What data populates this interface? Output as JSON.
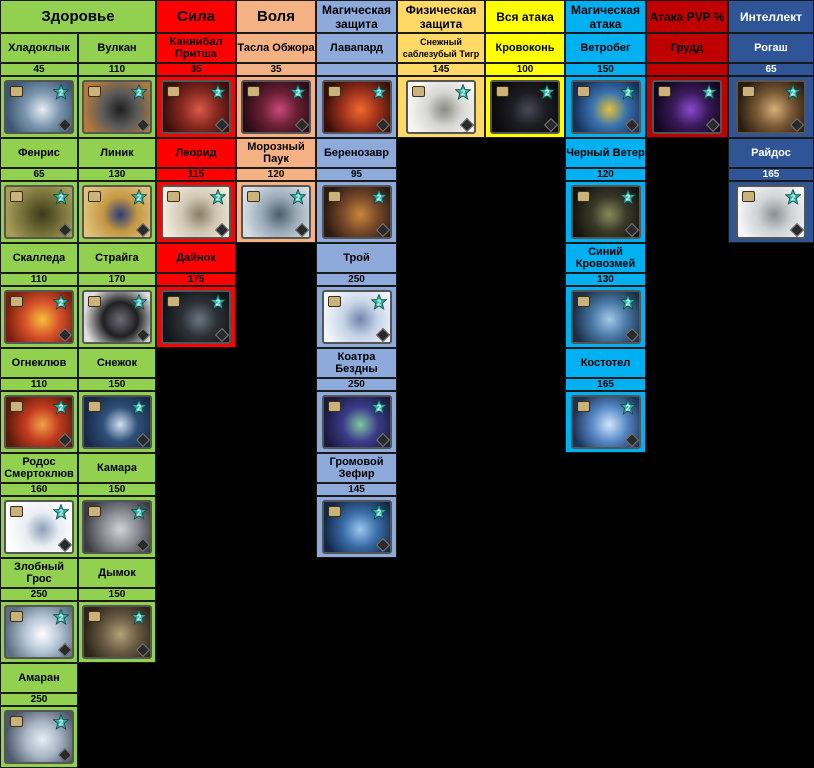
{
  "star_level": "2",
  "columns": [
    {
      "key": "health",
      "header": "Здоровье",
      "header_bg": "#92d050",
      "header_color": "#000000",
      "header_size": 15,
      "cell_bg": "#92d050",
      "cell_color": "#000000",
      "img_bg": "#92d050",
      "subcols": 2,
      "rows": [
        [
          {
            "name": "Хладоклык",
            "value": "45",
            "art": [
              "#7d97b0",
              "#e7eef4",
              "#3a5670"
            ]
          },
          {
            "name": "Вулкан",
            "value": "110",
            "art": [
              "#5a5a5a",
              "#1e1e1e",
              "#b47a3c"
            ]
          }
        ],
        [
          {
            "name": "Фенрис",
            "value": "65",
            "art": [
              "#6f6a35",
              "#3b3a1c",
              "#a79d58"
            ]
          },
          {
            "name": "Линик",
            "value": "130",
            "art": [
              "#c49843",
              "#2a3a7a",
              "#e0c07a"
            ]
          }
        ],
        [
          {
            "name": "Скалледа",
            "value": "110",
            "art": [
              "#d9532b",
              "#f3c23b",
              "#7a1e0e"
            ]
          },
          {
            "name": "Страйга",
            "value": "170",
            "art": [
              "#202022",
              "#6d6d7a",
              "#dedede"
            ]
          }
        ],
        [
          {
            "name": "Огнеклюв",
            "value": "110",
            "art": [
              "#c23a1e",
              "#f3a04a",
              "#5a1a0a"
            ]
          },
          {
            "name": "Снежок",
            "value": "150",
            "art": [
              "#2f4f78",
              "#cfe2f3",
              "#17294a"
            ]
          }
        ],
        [
          {
            "name": "Родос Смертоклюв",
            "value": "160",
            "art": [
              "#e9eef4",
              "#8ea0b8",
              "#ffffff"
            ]
          },
          {
            "name": "Камара",
            "value": "150",
            "art": [
              "#8b8e94",
              "#d0d3d8",
              "#3a3c40"
            ]
          }
        ],
        [
          {
            "name": "Злобный Грос",
            "value": "250",
            "art": [
              "#b6c6d6",
              "#ffffff",
              "#5c6f82"
            ]
          },
          {
            "name": "Дымок",
            "value": "150",
            "art": [
              "#6b5d45",
              "#b5a27a",
              "#2c2518"
            ]
          }
        ],
        [
          {
            "name": "Амаран",
            "value": "250",
            "art": [
              "#a9b6c5",
              "#e8eef4",
              "#4b5868"
            ]
          }
        ]
      ]
    },
    {
      "key": "strength",
      "header": "Сила",
      "header_bg": "#ff0000",
      "header_color": "#000000",
      "header_size": 15,
      "cell_bg": "#ff0000",
      "cell_color": "#000000",
      "img_bg": "#ff0000",
      "subcols": 1,
      "rows": [
        [
          {
            "name": "Каннибал Притша",
            "value": "35",
            "art": [
              "#8a2a22",
              "#d85a48",
              "#3a0e0a"
            ]
          }
        ],
        [
          {
            "name": "Леорид",
            "value": "115",
            "art": [
              "#cfc6b2",
              "#8a7c62",
              "#f2ebdc"
            ]
          }
        ],
        [
          {
            "name": "Дайнок",
            "value": "175",
            "art": [
              "#2d3238",
              "#6b7784",
              "#111418"
            ]
          }
        ]
      ]
    },
    {
      "key": "will",
      "header": "Воля",
      "header_bg": "#f4b183",
      "header_color": "#000000",
      "header_size": 15,
      "cell_bg": "#f4b183",
      "cell_color": "#000000",
      "img_bg": "#f4b183",
      "subcols": 1,
      "rows": [
        [
          {
            "name": "Тасла Обжора",
            "value": "35",
            "art": [
              "#6a2036",
              "#c9487a",
              "#2a0b14"
            ]
          }
        ],
        [
          {
            "name": "Морозный Паук",
            "value": "120",
            "art": [
              "#9aa9b6",
              "#4c5b68",
              "#d4dde4"
            ]
          }
        ]
      ]
    },
    {
      "key": "magdef",
      "header": "Магическая защита",
      "header_bg": "#8eaadb",
      "header_color": "#000000",
      "header_size": 12,
      "cell_bg": "#8eaadb",
      "cell_color": "#000000",
      "img_bg": "#8eaadb",
      "subcols": 1,
      "rows": [
        [
          {
            "name": "Лавапард",
            "value": "",
            "art": [
              "#a2341e",
              "#f26a2a",
              "#3a0e08"
            ]
          }
        ],
        [
          {
            "name": "Беренозавр",
            "value": "95",
            "art": [
              "#7a4a2a",
              "#c9873a",
              "#2a1a10"
            ]
          }
        ],
        [
          {
            "name": "Трой",
            "value": "250",
            "art": [
              "#c6d3e6",
              "#6f86ad",
              "#f2f6fb"
            ]
          }
        ],
        [
          {
            "name": "Коатра Бездны",
            "value": "250",
            "art": [
              "#3c3c8a",
              "#7fc7a0",
              "#1a1a40"
            ]
          }
        ],
        [
          {
            "name": "Громовой Зефир",
            "value": "145",
            "art": [
              "#3a6ea8",
              "#9cc7ef",
              "#12284a"
            ]
          }
        ]
      ]
    },
    {
      "key": "physdef",
      "header": "Физическая защита",
      "header_bg": "#ffd966",
      "header_color": "#000000",
      "header_size": 12,
      "cell_bg": "#ffd966",
      "cell_color": "#000000",
      "img_bg": "#ffd966",
      "subcols": 1,
      "rows": [
        [
          {
            "name": "Снежный саблезубый Тигр",
            "value": "145",
            "art": [
              "#d6d6d2",
              "#8a8a84",
              "#f6f6f2"
            ]
          }
        ]
      ]
    },
    {
      "key": "allatk",
      "header": "Вся атака",
      "header_bg": "#ffff00",
      "header_color": "#000000",
      "header_size": 12,
      "cell_bg": "#ffff00",
      "cell_color": "#000000",
      "img_bg": "#ffff00",
      "subcols": 1,
      "rows": [
        [
          {
            "name": "Кровоконь",
            "value": "100",
            "art": [
              "#1c1c22",
              "#4a4a58",
              "#0a0a0c"
            ]
          }
        ]
      ]
    },
    {
      "key": "magatk",
      "header": "Магическая атака",
      "header_bg": "#00b0f0",
      "header_color": "#000000",
      "header_size": 12,
      "cell_bg": "#00b0f0",
      "cell_color": "#000000",
      "img_bg": "#00b0f0",
      "subcols": 1,
      "rows": [
        [
          {
            "name": "Ветробег",
            "value": "150",
            "art": [
              "#3a72b0",
              "#e2c23a",
              "#16305a"
            ]
          }
        ],
        [
          {
            "name": "Черный Ветер",
            "value": "120",
            "art": [
              "#3a3a2a",
              "#8a8a5a",
              "#14140e"
            ]
          }
        ],
        [
          {
            "name": "Синий Кровозмей",
            "value": "130",
            "art": [
              "#4a7aa8",
              "#a6c8e8",
              "#1a2e44"
            ]
          }
        ],
        [
          {
            "name": "Костотел",
            "value": "165",
            "art": [
              "#5a8ac8",
              "#cfe6fb",
              "#1a3458"
            ]
          }
        ]
      ]
    },
    {
      "key": "pvpatk",
      "header": "Атака PVP %",
      "header_bg": "#c00000",
      "header_color": "#000000",
      "header_size": 12,
      "cell_bg": "#c00000",
      "cell_color": "#000000",
      "img_bg": "#c00000",
      "subcols": 1,
      "rows": [
        [
          {
            "name": "Грудд",
            "value": "",
            "art": [
              "#3a1a5a",
              "#8a4ad0",
              "#12061e"
            ]
          }
        ]
      ]
    },
    {
      "key": "int",
      "header": "Интеллект",
      "header_bg": "#2f5597",
      "header_color": "#ffffff",
      "header_size": 12,
      "cell_bg": "#2f5597",
      "cell_color": "#ffffff",
      "img_bg": "#2f5597",
      "subcols": 1,
      "rows": [
        [
          {
            "name": "Рогаш",
            "value": "65",
            "art": [
              "#7a5a36",
              "#d6b07a",
              "#2a1e10"
            ]
          }
        ],
        [
          {
            "name": "Райдос",
            "value": "165",
            "art": [
              "#cfd3d6",
              "#8a9096",
              "#f4f6f7"
            ]
          }
        ]
      ]
    }
  ]
}
